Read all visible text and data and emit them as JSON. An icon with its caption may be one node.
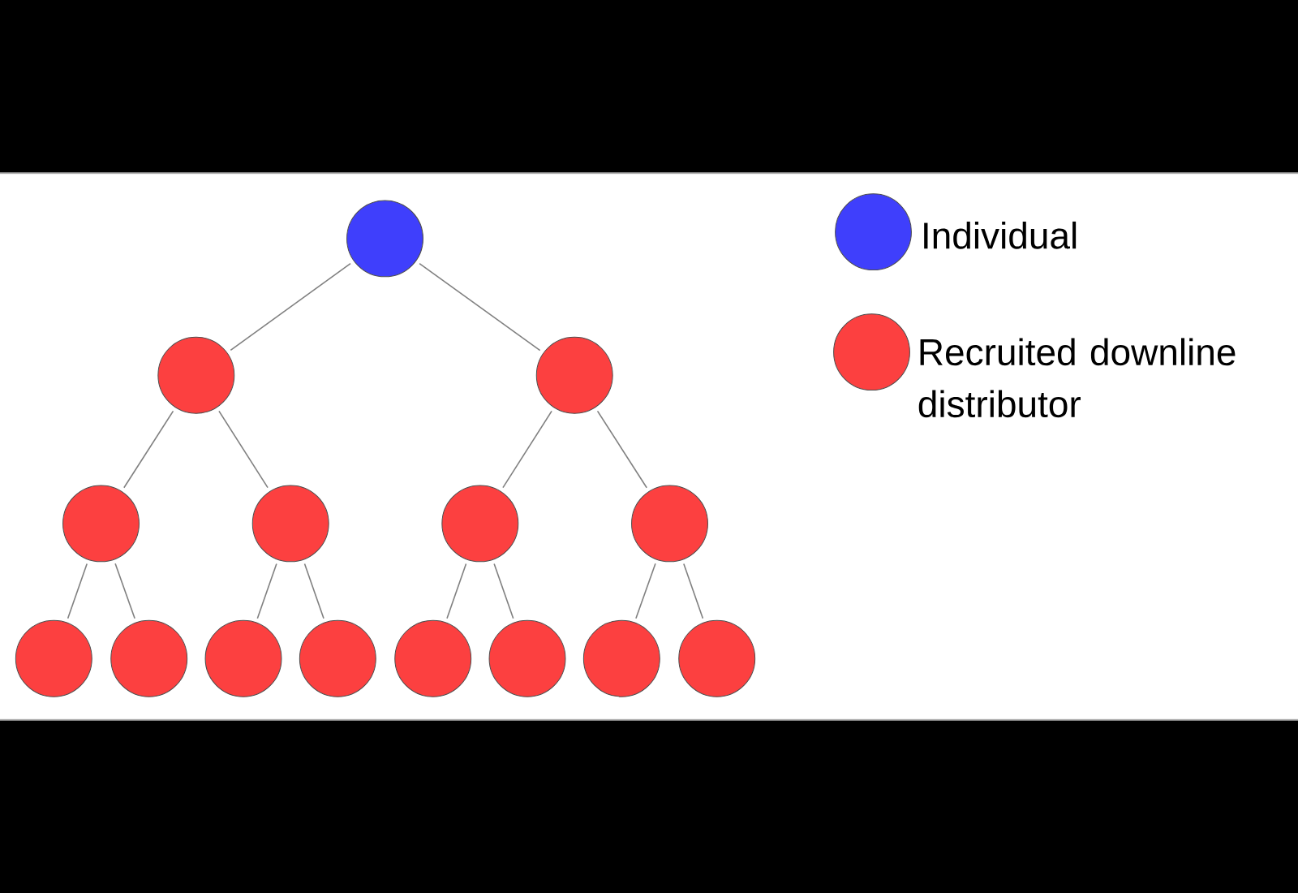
{
  "diagram": {
    "nodes": [
      {
        "text": [],
        "shape": "circle"
      },
      {
        "text": [],
        "shape": "circle"
      },
      {
        "text": [],
        "shape": "circle"
      },
      {
        "text": [],
        "shape": "circle"
      },
      {
        "text": [],
        "shape": "circle"
      },
      {
        "text": [],
        "shape": "circle"
      },
      {
        "text": [],
        "shape": "circle"
      },
      {
        "text": [],
        "shape": "circle"
      },
      {
        "text": [],
        "shape": "circle"
      },
      {
        "text": [],
        "shape": "circle"
      },
      {
        "text": [],
        "shape": "circle"
      },
      {
        "text": [],
        "shape": "circle"
      },
      {
        "text": [],
        "shape": "circle"
      },
      {
        "text": [],
        "shape": "circle"
      },
      {
        "text": [],
        "shape": "circle"
      }
    ],
    "edges": [
      {
        "from": 0,
        "to": 1,
        "arrow": "none"
      },
      {
        "from": 0,
        "to": 2,
        "arrow": "none"
      },
      {
        "from": 1,
        "to": 3,
        "arrow": "none"
      },
      {
        "from": 1,
        "to": 4,
        "arrow": "none"
      },
      {
        "from": 2,
        "to": 5,
        "arrow": "none"
      },
      {
        "from": 2,
        "to": 6,
        "arrow": "none"
      },
      {
        "from": 3,
        "to": 7,
        "arrow": "none"
      },
      {
        "from": 3,
        "to": 8,
        "arrow": "none"
      },
      {
        "from": 4,
        "to": 9,
        "arrow": "none"
      },
      {
        "from": 4,
        "to": 10,
        "arrow": "none"
      },
      {
        "from": 5,
        "to": 11,
        "arrow": "none"
      },
      {
        "from": 5,
        "to": 12,
        "arrow": "none"
      },
      {
        "from": 6,
        "to": 13,
        "arrow": "none"
      },
      {
        "from": 6,
        "to": 14,
        "arrow": "none"
      }
    ],
    "legend": [
      {
        "text": "Individual",
        "color": "#3f3ffc"
      },
      {
        "text": "Recruited downline distributor",
        "color": "#fc4040"
      }
    ]
  }
}
